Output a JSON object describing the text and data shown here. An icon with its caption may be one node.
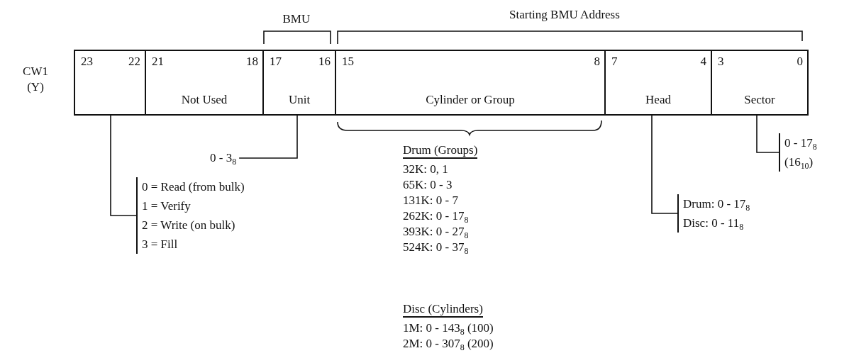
{
  "diagram": {
    "nodes": [
      {
        "text": [
          "23",
          "22"
        ]
      },
      {
        "text": [
          "21",
          "18",
          "Not Used"
        ]
      },
      {
        "text": [
          "17",
          "16",
          "Unit"
        ]
      },
      {
        "text": [
          "15",
          "8",
          "Cylinder or Group"
        ]
      },
      {
        "text": [
          "7",
          "4",
          "Head"
        ]
      },
      {
        "text": [
          "3",
          "0",
          "Sector"
        ]
      },
      {
        "text": [
          "0 - 3$_{8}$"
        ]
      },
      {
        "text": [
          "0 = Read (from bulk)",
          "1 = Verify",
          "2 = Write (on bulk)",
          "3 = Fill"
        ]
      },
      {
        "text": [
          "Drum: 0 - 17$_{8}$",
          "Disc: 0 - 11$_{8}$"
        ]
      },
      {
        "text": [
          "0 - 17$_{8}$",
          "(16$_{10}$)"
        ]
      }
    ],
    "edges": [
      {
        "from": 0,
        "to": 7,
        "arrow": "none"
      },
      {
        "from": 2,
        "to": 6,
        "arrow": "none"
      },
      {
        "from": 4,
        "to": 8,
        "arrow": "none"
      },
      {
        "from": 5,
        "to": 9,
        "arrow": "none"
      }
    ],
    "labels": [
      "BMU",
      "Starting BMU Address",
      "CW1 (Y)",
      "Drum (Groups)",
      "32K: 0, 1",
      "65K: 0 - 3",
      "131K: 0 - 7",
      "262K: 0 - 17$_{8}$",
      "393K: 0 - 27$_{8}$",
      "524K: 0 - 37$_{8}$",
      "Disc (Cylinders)",
      "1M: 0 - 143$_{8}$ (100)",
      "2M: 0 - 307$_{8}$ (200)"
    ]
  }
}
